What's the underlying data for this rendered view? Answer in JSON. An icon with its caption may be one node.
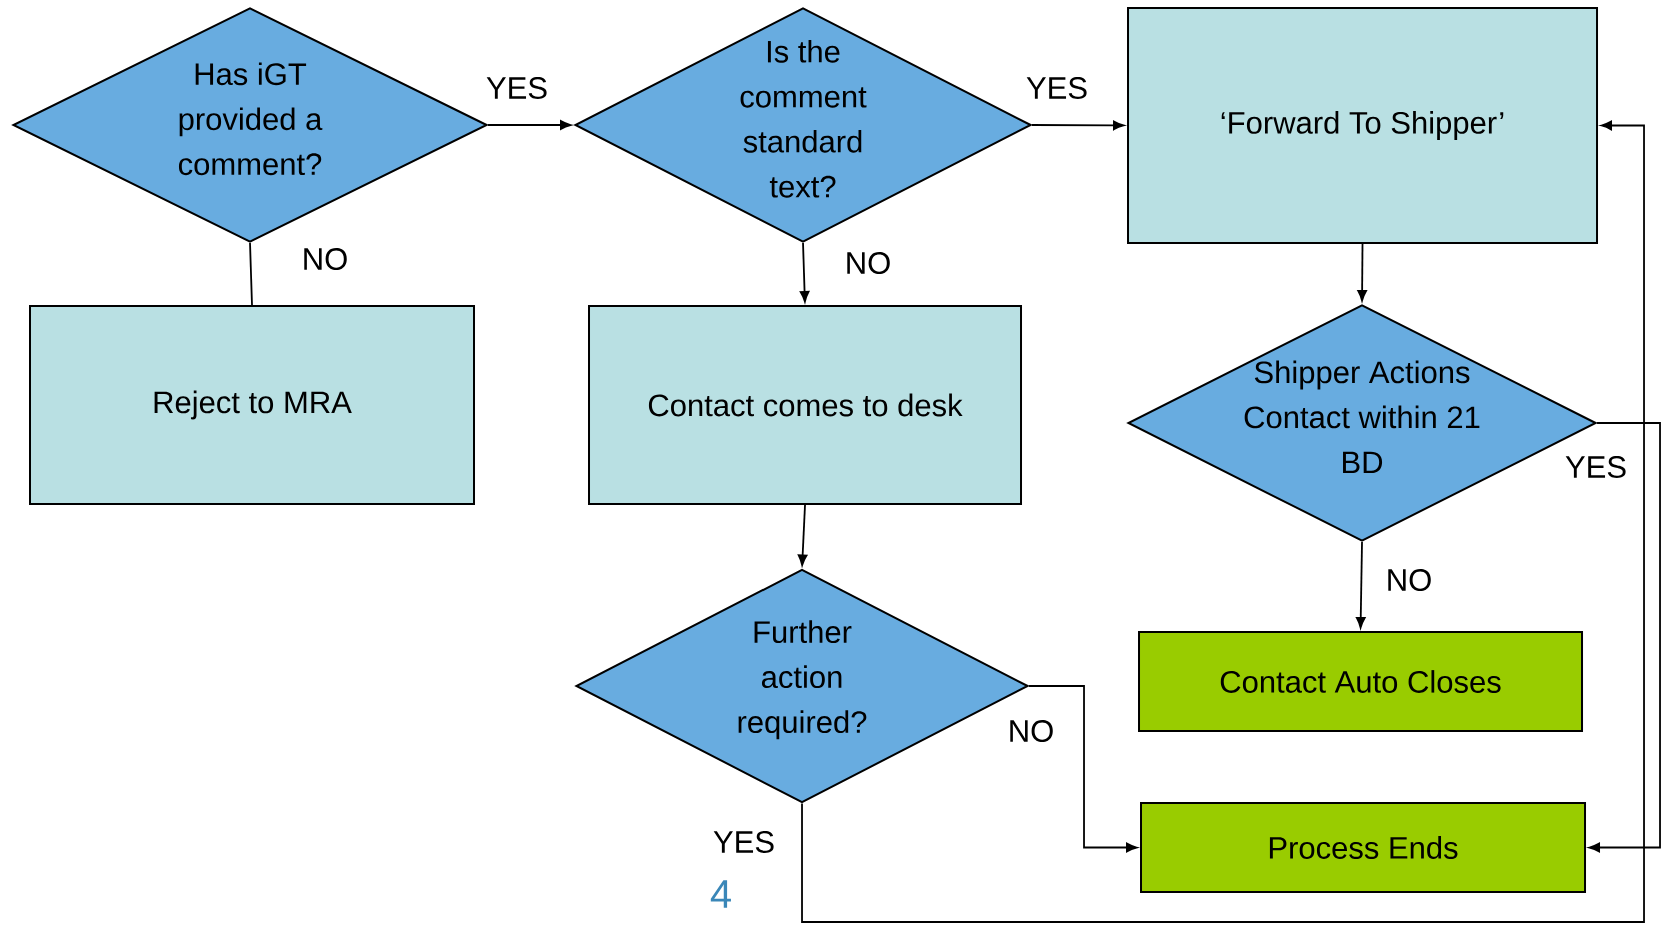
{
  "diagram": {
    "nodes": [
      {
        "text": [
          "Has iGT provided a comment?"
        ]
      },
      {
        "text": [
          "Is the comment standard text?"
        ]
      },
      {
        "text": [
          "‘Forward To Shipper’"
        ]
      },
      {
        "text": [
          "Reject to MRA"
        ]
      },
      {
        "text": [
          "Contact comes to desk"
        ]
      },
      {
        "text": [
          "Shipper Actions Contact within 21 BD"
        ]
      },
      {
        "text": [
          "Further action required?"
        ]
      },
      {
        "text": [
          "Contact Auto Closes"
        ]
      },
      {
        "text": [
          "Process Ends"
        ]
      }
    ],
    "edges": [
      {
        "from": 0,
        "to": 1,
        "arrow": "to",
        "label": "YES"
      },
      {
        "from": 0,
        "to": 3,
        "arrow": "none",
        "label": "NO"
      },
      {
        "from": 1,
        "to": 2,
        "arrow": "to",
        "label": "YES"
      },
      {
        "from": 1,
        "to": 4,
        "arrow": "to",
        "label": "NO"
      },
      {
        "from": 2,
        "to": 5,
        "arrow": "to"
      },
      {
        "from": 5,
        "to": 8,
        "arrow": "to",
        "label": "YES"
      },
      {
        "from": 5,
        "to": 7,
        "arrow": "to",
        "label": "NO"
      },
      {
        "from": 4,
        "to": 6,
        "arrow": "to"
      },
      {
        "from": 6,
        "to": 8,
        "arrow": "to",
        "label": "NO"
      },
      {
        "from": 6,
        "to": 2,
        "arrow": "to",
        "label": "YES"
      }
    ],
    "labels": [
      "4"
    ]
  }
}
